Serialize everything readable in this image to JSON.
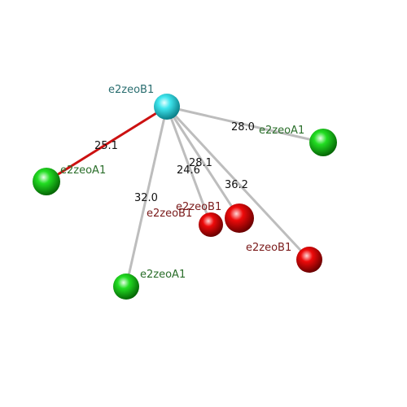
{
  "colors": {
    "background": "#ffffff",
    "selected_bond": "#cc1111",
    "bond": "#bdbdbd",
    "cyan_node": "#22dde6",
    "green_node": "#11cc11",
    "red_node": "#dd0000",
    "cyan_label": "#2a6e70",
    "green_label": "#2a6e2a",
    "red_label": "#7a1a1a"
  },
  "nodes": [
    {
      "id": "center",
      "label": "e2zeoB1",
      "color_key": "cyan"
    },
    {
      "id": "a1_left",
      "label": "e2zeoA1",
      "color_key": "green"
    },
    {
      "id": "a1_right",
      "label": "e2zeoA1",
      "color_key": "green"
    },
    {
      "id": "a1_bottom",
      "label": "e2zeoA1",
      "color_key": "green"
    },
    {
      "id": "b1_small",
      "label": "e2zeoB1",
      "color_key": "red"
    },
    {
      "id": "b1_large",
      "label": "e2zeoB1",
      "color_key": "red"
    },
    {
      "id": "b1_far",
      "label": "e2zeoB1",
      "color_key": "red"
    }
  ],
  "edges": [
    {
      "from": "center",
      "to": "a1_left",
      "distance": "25.1",
      "highlighted": true
    },
    {
      "from": "center",
      "to": "a1_right",
      "distance": "28.0",
      "highlighted": false
    },
    {
      "from": "center",
      "to": "a1_bottom",
      "distance": "32.0",
      "highlighted": false
    },
    {
      "from": "center",
      "to": "b1_small",
      "distance": "24.6",
      "highlighted": false
    },
    {
      "from": "center",
      "to": "b1_large",
      "distance": "28.1",
      "highlighted": false
    },
    {
      "from": "center",
      "to": "b1_far",
      "distance": "36.2",
      "highlighted": false
    }
  ]
}
